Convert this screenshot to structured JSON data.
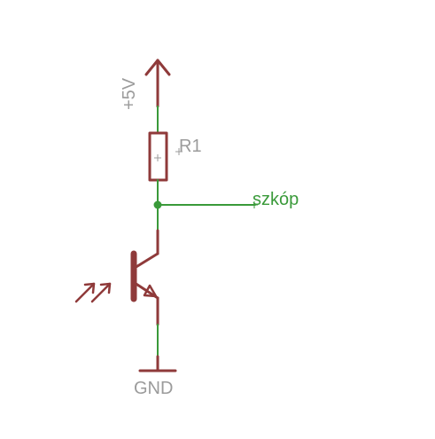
{
  "labels": {
    "supply": "+5V",
    "resistor": "R1",
    "net": "szkóp",
    "ground": "GND"
  },
  "colors": {
    "symbol": "#8f3a3a",
    "wire": "#3a9a3a",
    "label": "#9b9b9b",
    "net_label": "#3a9a3a",
    "background": "#ffffff"
  }
}
